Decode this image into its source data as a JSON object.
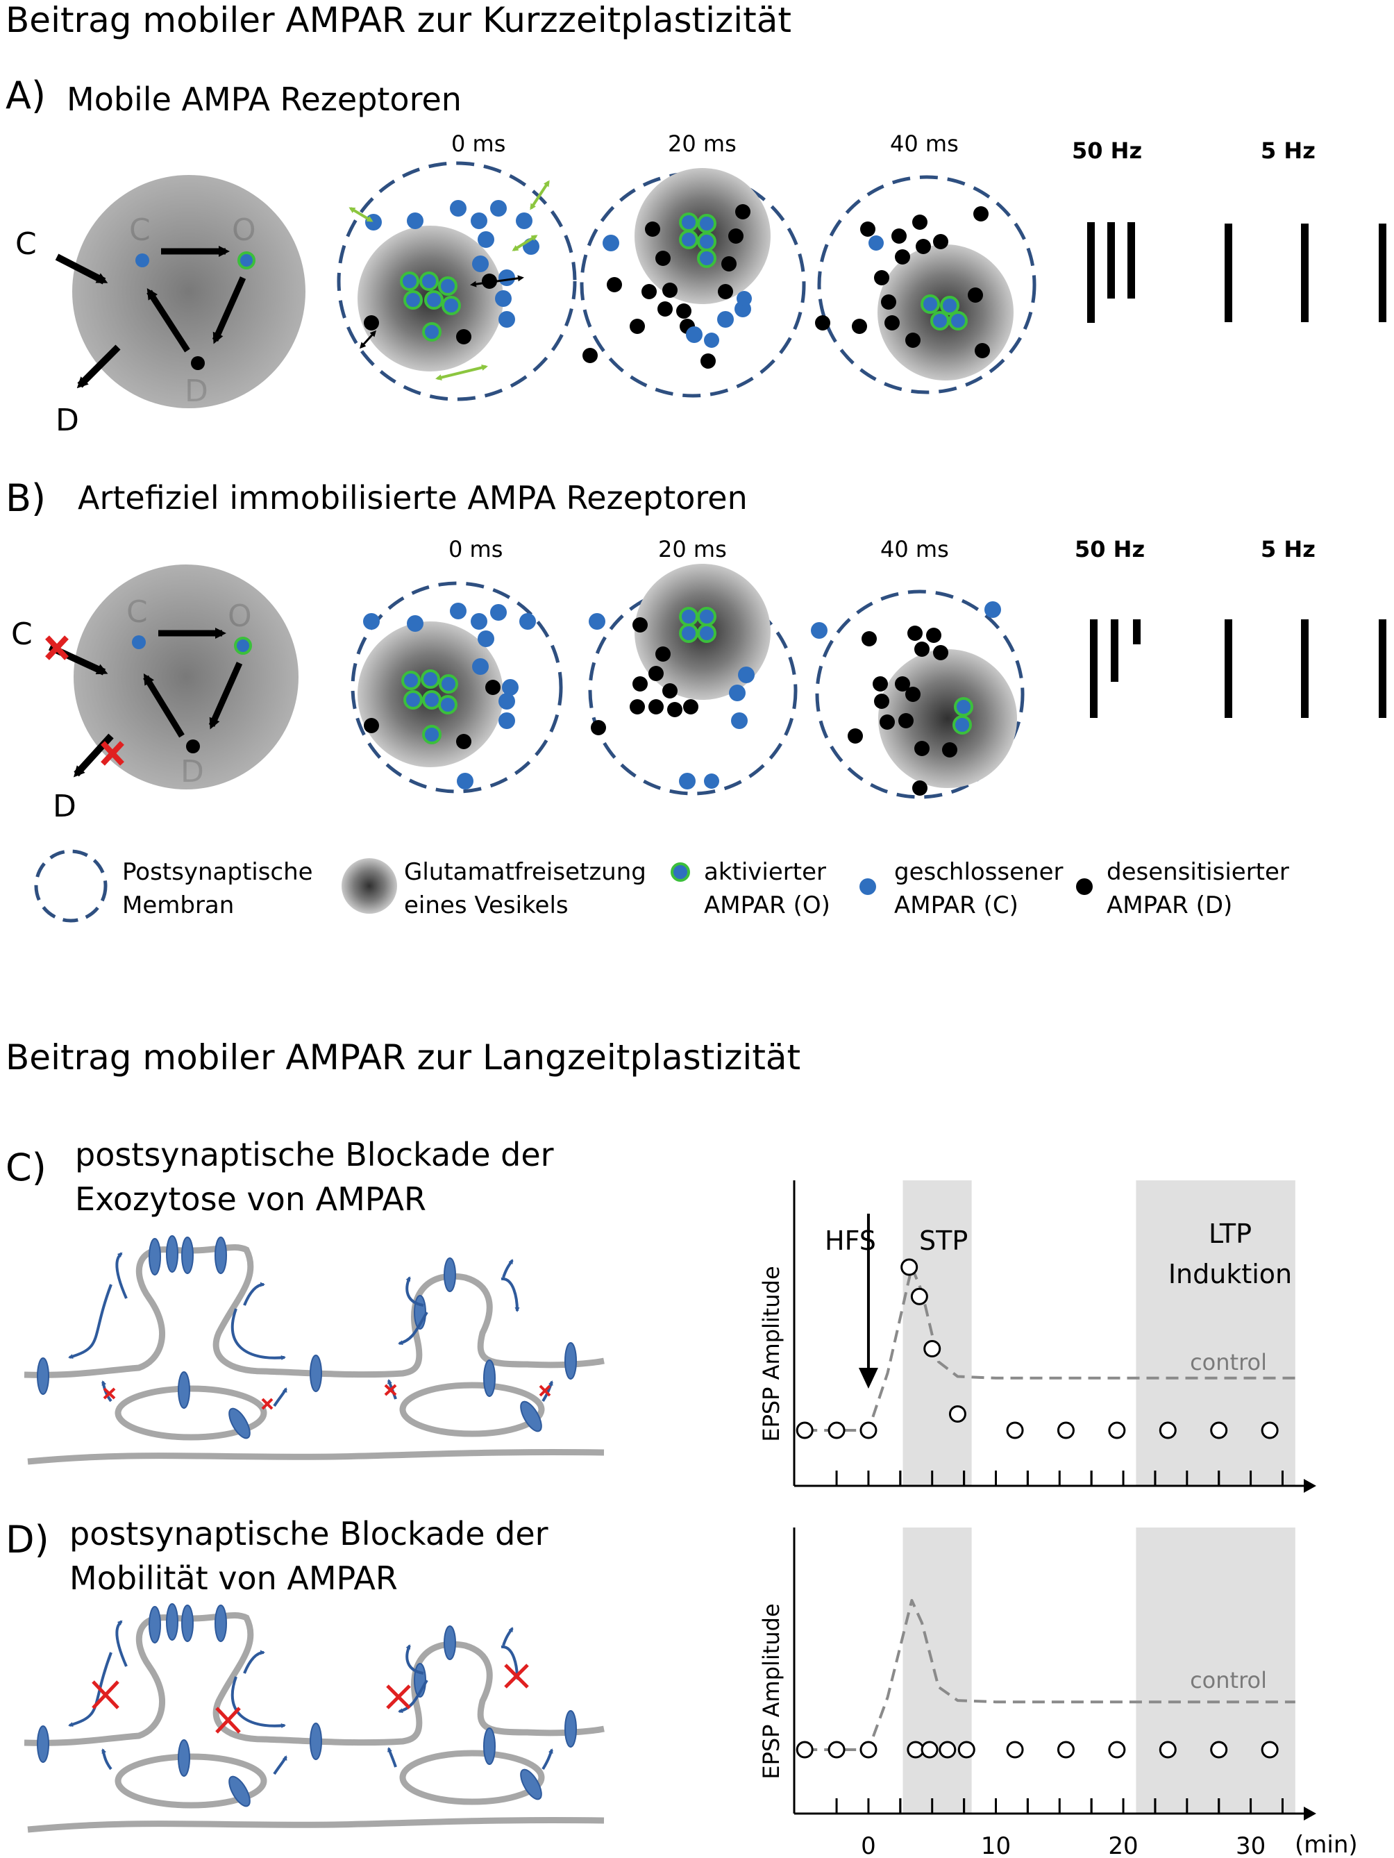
{
  "titles": {
    "short_term": "Beitrag mobiler AMPAR zur Kurzzeitplastizität",
    "long_term": "Beitrag mobiler AMPAR zur Langzeitplastizität"
  },
  "panel_a": {
    "letter": "A)",
    "title": "Mobile AMPA Rezeptoren"
  },
  "panel_b": {
    "letter": "B)",
    "title": "Artefiziel immobilisierte AMPA Rezeptoren"
  },
  "panel_c": {
    "letter": "C)",
    "title_line1": "postsynaptische Blockade der",
    "title_line2": "Exozytose von AMPAR"
  },
  "panel_d": {
    "letter": "D)",
    "title_line1": "postsynaptische Blockade der",
    "title_line2": "Mobilität von AMPAR"
  },
  "times": [
    "0 ms",
    "20 ms",
    "40 ms"
  ],
  "freqs": [
    "50 Hz",
    "5 Hz"
  ],
  "state_labels": {
    "C": "C",
    "O": "O",
    "D": "D"
  },
  "legend": {
    "membrane": "Postsynaptische\nMembran",
    "glutamate": "Glutamatfreisetzung\neines Vesikels",
    "activated": "aktivierter\nAMPAR (O)",
    "closed": "geschlossener\nAMPAR (C)",
    "desensitized": "desensitisierter\nAMPAR (D)"
  },
  "colors": {
    "closed": "#2f6fbf",
    "open_ring": "#3cbf3c",
    "desensitized": "#000000",
    "membrane": "#2e4f80",
    "green_arrow": "#8cc63f",
    "block": "#e02020",
    "shade": "#e0e0e0",
    "control": "#8a8a8a"
  },
  "charts": {
    "ylabel": "EPSP Amplitude",
    "xunit": "(min)",
    "control_label": "control",
    "hfs": "HFS",
    "stp": "STP",
    "ltp_line1": "LTP",
    "ltp_line2": "Induktion",
    "xticks": [
      "0",
      "10",
      "20",
      "30"
    ]
  },
  "chart_data": [
    {
      "type": "scatter",
      "ylabel": "EPSP Amplitude",
      "xunit": "(min)",
      "xticks": [
        0,
        10,
        20,
        30
      ],
      "shaded_regions": [
        {
          "label": "STP",
          "x": [
            2.7,
            8.1
          ]
        },
        {
          "label": "LTP Induktion",
          "x": [
            21.0,
            33.5
          ]
        }
      ],
      "arrow_label": "HFS",
      "series": [
        {
          "name": "control",
          "style": "dashed",
          "x": [
            -5,
            0,
            1.5,
            3.4,
            4.2,
            5.5,
            7,
            10,
            20,
            33.5
          ],
          "y": [
            0.0,
            0.0,
            0.35,
            1.0,
            0.85,
            0.42,
            0.33,
            0.32,
            0.32,
            0.32
          ]
        },
        {
          "x": [
            -5,
            -2.5,
            0,
            3.2,
            4,
            5,
            7,
            11.5,
            15.5,
            19.5,
            23.5,
            27.5,
            31.5
          ],
          "y": [
            0.0,
            0.0,
            0.0,
            1.0,
            0.82,
            0.5,
            0.1,
            0.0,
            0.0,
            0.0,
            0.0,
            0.0,
            0.0
          ]
        }
      ]
    },
    {
      "type": "scatter",
      "ylabel": "EPSP Amplitude",
      "xunit": "(min)",
      "xticks": [
        0,
        10,
        20,
        30
      ],
      "shaded_regions": [
        {
          "x": [
            2.7,
            8.1
          ]
        },
        {
          "x": [
            21.0,
            33.5
          ]
        }
      ],
      "series": [
        {
          "name": "control",
          "style": "dashed",
          "x": [
            -5,
            0,
            1.5,
            3.4,
            4.2,
            5.5,
            7,
            10,
            20,
            33.5
          ],
          "y": [
            0.0,
            0.0,
            0.35,
            1.0,
            0.85,
            0.42,
            0.33,
            0.32,
            0.32,
            0.32
          ]
        },
        {
          "x": [
            -5,
            -2.5,
            0,
            3.7,
            4.8,
            6.2,
            7.7,
            11.5,
            15.5,
            19.5,
            23.5,
            27.5,
            31.5
          ],
          "y": [
            0,
            0,
            0,
            0,
            0,
            0,
            0,
            0,
            0,
            0,
            0,
            0,
            0
          ]
        }
      ]
    }
  ]
}
